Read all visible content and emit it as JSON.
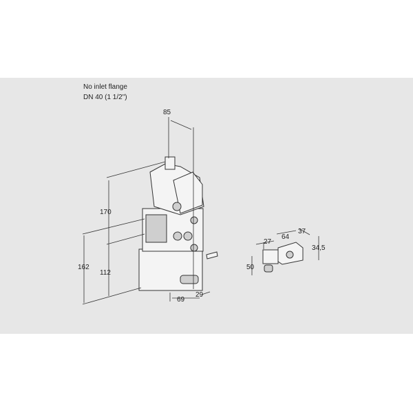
{
  "notes": {
    "flange": "No inlet flange",
    "size": "DN 40 (1 1/2\")"
  },
  "dimensions": {
    "width_top": "85",
    "height_upper": "170",
    "height_total": "162",
    "height_lower": "112",
    "depth_front": "69",
    "depth_side": "29",
    "module_a": "27",
    "module_b": "64",
    "module_c": "37",
    "module_height": "34,5",
    "module_depth": "50"
  }
}
